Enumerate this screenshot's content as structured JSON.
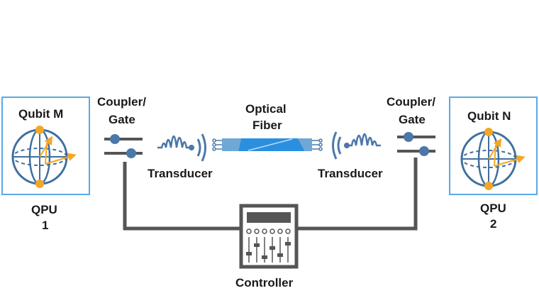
{
  "qpu_left": {
    "qubit_label": "Qubit M",
    "name": "QPU",
    "number": "1"
  },
  "qpu_right": {
    "qubit_label": "Qubit N",
    "name": "QPU",
    "number": "2"
  },
  "coupler_left": {
    "line1": "Coupler/",
    "line2": "Gate"
  },
  "coupler_right": {
    "line1": "Coupler/",
    "line2": "Gate"
  },
  "transducer_left": {
    "label": "Transducer"
  },
  "transducer_right": {
    "label": "Transducer"
  },
  "fiber": {
    "line1": "Optical",
    "line2": "Fiber"
  },
  "controller": {
    "label": "Controller"
  },
  "colors": {
    "box_border": "#5aa9e6",
    "wire": "#555555",
    "node": "#4a78a8",
    "sphere": "#3f6f9f",
    "qubit_point": "#f5a623",
    "fiber": "#2b8fe0"
  }
}
